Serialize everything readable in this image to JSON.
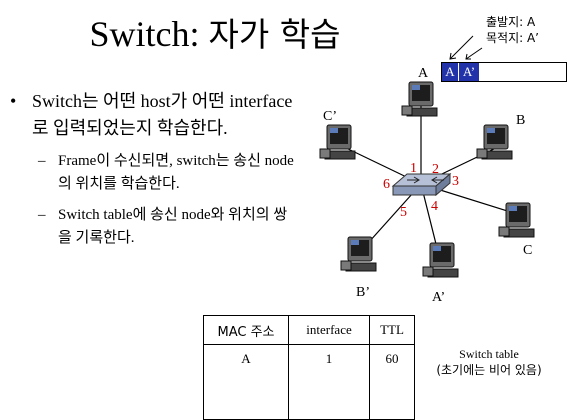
{
  "title": {
    "en": "Switch:",
    "ko": "자가 학습"
  },
  "frame": {
    "src_label": "출발지: A",
    "dst_label": "목적지: A’",
    "cells": [
      "A",
      "A’"
    ]
  },
  "bullets": {
    "main": "Switch는 어떤 host가 어떤 interface로 입력되었는지 학습한다.",
    "sub": [
      "Frame이 수신되면, switch는 송신 node의 위치를 학습한다.",
      "Switch table에 송신 node와 위치의 쌍을 기록한다."
    ]
  },
  "hosts": [
    {
      "id": "A",
      "label": "A",
      "port": "1"
    },
    {
      "id": "B",
      "label": "B",
      "port": "2"
    },
    {
      "id": "C",
      "label": "C",
      "port": "3"
    },
    {
      "id": "A2",
      "label": "A’",
      "port": "4"
    },
    {
      "id": "B2",
      "label": "B’",
      "port": "5"
    },
    {
      "id": "C2",
      "label": "C’",
      "port": "6"
    }
  ],
  "table": {
    "headers": [
      "MAC 주소",
      "interface",
      "TTL"
    ],
    "rows": [
      [
        "A",
        "1",
        "60"
      ]
    ]
  },
  "caption": [
    "Switch table",
    "(초기에는 비어 있음)"
  ],
  "colors": {
    "frame_fill": "#2233aa",
    "port_labels": "#cc0000",
    "switch": "#8a98b8"
  }
}
